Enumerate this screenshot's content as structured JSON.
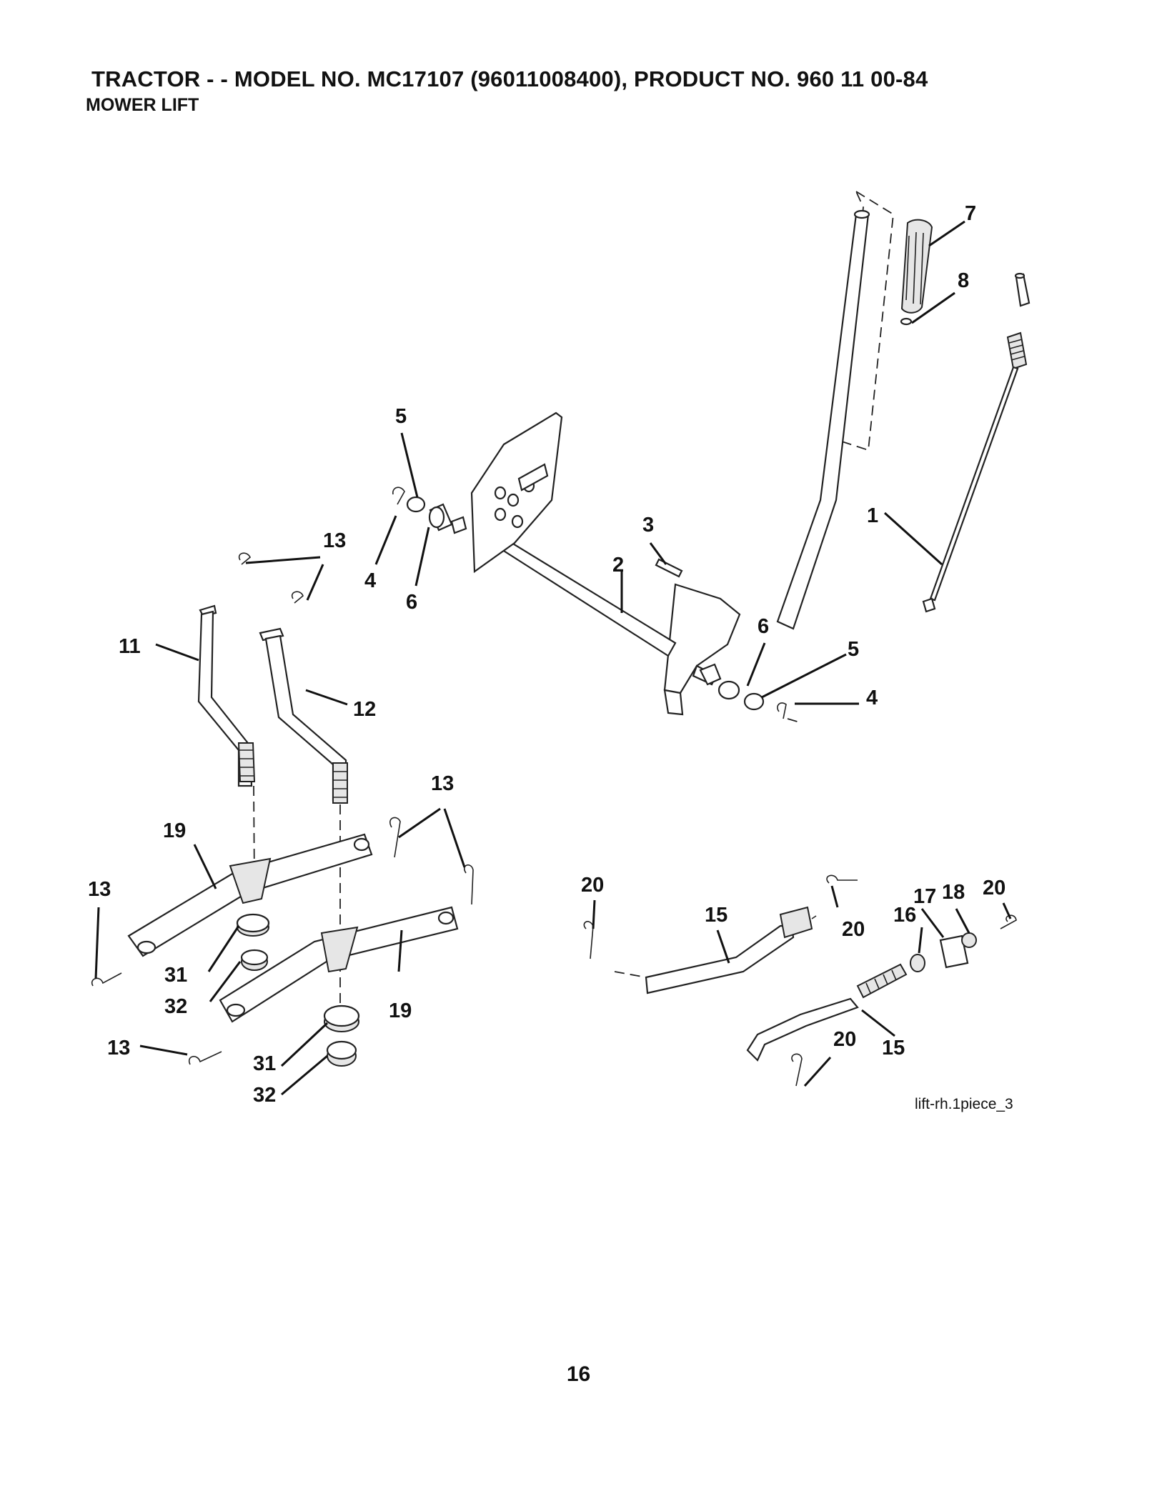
{
  "header": {
    "title": "TRACTOR - - MODEL NO. MC17107 (96011008400), PRODUCT NO. 960 11 00-84",
    "subtitle": "MOWER LIFT"
  },
  "callouts": {
    "c1": "1",
    "c2": "2",
    "c3": "3",
    "c4a": "4",
    "c4b": "4",
    "c5a": "5",
    "c5b": "5",
    "c6a": "6",
    "c6b": "6",
    "c7": "7",
    "c8": "8",
    "c11": "11",
    "c12": "12",
    "c13a": "13",
    "c13b": "13",
    "c13c": "13",
    "c13d": "13",
    "c15a": "15",
    "c15b": "15",
    "c16": "16",
    "c17": "17",
    "c18": "18",
    "c19a": "19",
    "c19b": "19",
    "c20a": "20",
    "c20b": "20",
    "c20c": "20",
    "c20d": "20",
    "c31a": "31",
    "c31b": "31",
    "c32a": "32",
    "c32b": "32"
  },
  "figure_id": "lift-rh.1piece_3",
  "page_number": "16"
}
